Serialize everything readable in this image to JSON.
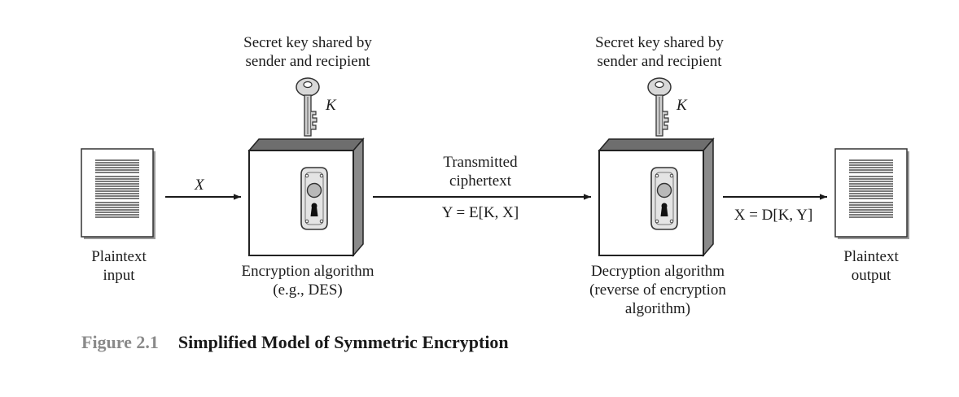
{
  "key_left": {
    "line1": "Secret key shared by",
    "line2": "sender and recipient",
    "symbol": "K",
    "icon": "key-icon"
  },
  "key_right": {
    "line1": "Secret key shared by",
    "line2": "sender and recipient",
    "symbol": "K",
    "icon": "key-icon"
  },
  "plaintext_input": {
    "line1": "Plaintext",
    "line2": "input",
    "icon": "document-icon"
  },
  "plaintext_output": {
    "line1": "Plaintext",
    "line2": "output",
    "icon": "document-icon"
  },
  "arrow_x_label": "X",
  "transmitted": {
    "line1": "Transmitted",
    "line2": "ciphertext",
    "formula": "Y = E[K, X]"
  },
  "decrypt_result": "X = D[K, Y]",
  "encryption": {
    "line1": "Encryption algorithm",
    "line2": "(e.g., DES)",
    "icon": "lock-icon"
  },
  "decryption": {
    "line1": "Decryption algorithm",
    "line2": "(reverse of encryption",
    "line3": "algorithm)",
    "icon": "lock-icon"
  },
  "caption": {
    "number": "Figure 2.1",
    "title": "Simplified Model of Symmetric Encryption"
  }
}
